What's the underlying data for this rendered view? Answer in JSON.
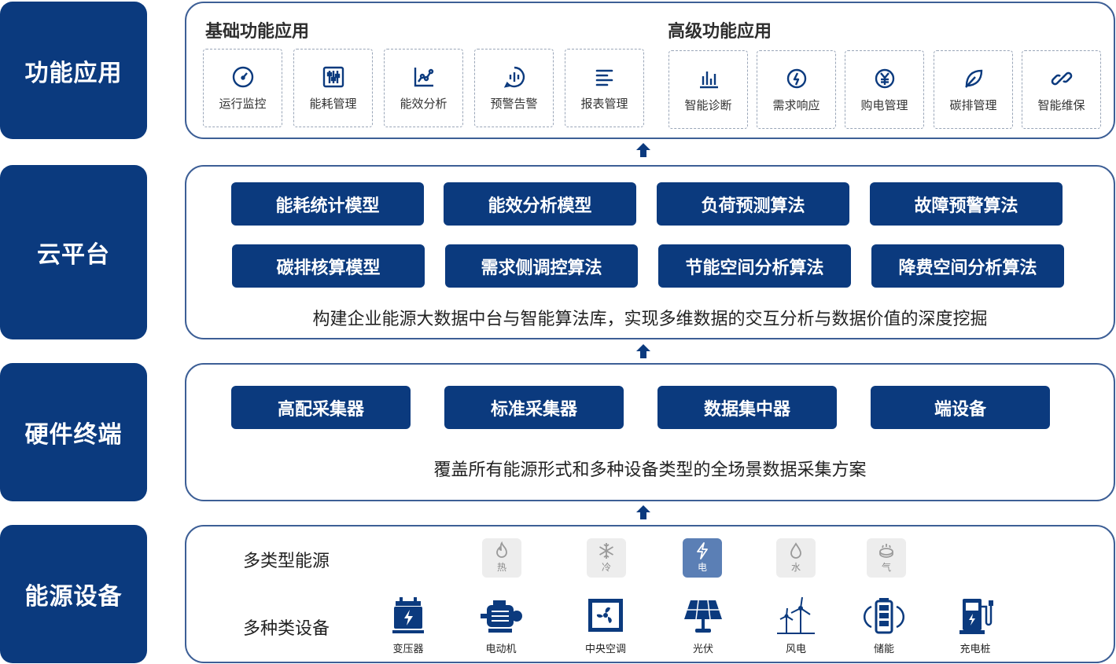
{
  "layers": {
    "app": "功能应用",
    "cloud": "云平台",
    "hardware": "硬件终端",
    "energy": "能源设备"
  },
  "applications": {
    "basic_title": "基础功能应用",
    "advanced_title": "高级功能应用",
    "basic": [
      {
        "label": "运行监控",
        "icon": "gauge-icon"
      },
      {
        "label": "能耗管理",
        "icon": "sliders-icon"
      },
      {
        "label": "能效分析",
        "icon": "line-chart-icon"
      },
      {
        "label": "预警告警",
        "icon": "alert-wave-icon"
      },
      {
        "label": "报表管理",
        "icon": "report-list-icon"
      }
    ],
    "advanced": [
      {
        "label": "智能诊断",
        "icon": "bar-chart-icon"
      },
      {
        "label": "需求响应",
        "icon": "refresh-bolt-icon"
      },
      {
        "label": "购电管理",
        "icon": "yen-coin-icon"
      },
      {
        "label": "碳排管理",
        "icon": "leaf-icon"
      },
      {
        "label": "智能维保",
        "icon": "link-icon"
      }
    ]
  },
  "cloud": {
    "models_row1": [
      "能耗统计模型",
      "能效分析模型",
      "负荷预测算法",
      "故障预警算法"
    ],
    "models_row2": [
      "碳排核算模型",
      "需求侧调控算法",
      "节能空间分析算法",
      "降费空间分析算法"
    ],
    "description": "构建企业能源大数据中台与智能算法库，实现多维数据的交互分析与数据价值的深度挖掘"
  },
  "hardware": {
    "devices": [
      "高配采集器",
      "标准采集器",
      "数据集中器",
      "端设备"
    ],
    "description": "覆盖所有能源形式和多种设备类型的全场景数据采集方案"
  },
  "energy": {
    "types_title": "多类型能源",
    "devices_title": "多种类设备",
    "types": [
      {
        "label": "热",
        "icon": "flame-icon"
      },
      {
        "label": "冷",
        "icon": "snowflake-icon"
      },
      {
        "label": "电",
        "icon": "bolt-icon",
        "active": true
      },
      {
        "label": "水",
        "icon": "water-drop-icon"
      },
      {
        "label": "气",
        "icon": "gas-burner-icon"
      }
    ],
    "devices": [
      {
        "label": "变压器",
        "icon": "transformer-icon"
      },
      {
        "label": "电动机",
        "icon": "motor-icon"
      },
      {
        "label": "中央空调",
        "icon": "air-conditioner-icon"
      },
      {
        "label": "光伏",
        "icon": "solar-panel-icon"
      },
      {
        "label": "风电",
        "icon": "wind-turbine-icon"
      },
      {
        "label": "储能",
        "icon": "battery-icon"
      },
      {
        "label": "充电桩",
        "icon": "charging-pile-icon"
      }
    ]
  },
  "colors": {
    "brand_navy": "#0b3a7e",
    "panel_border": "#3d5f96",
    "active_energy": "#5b7fb5"
  }
}
